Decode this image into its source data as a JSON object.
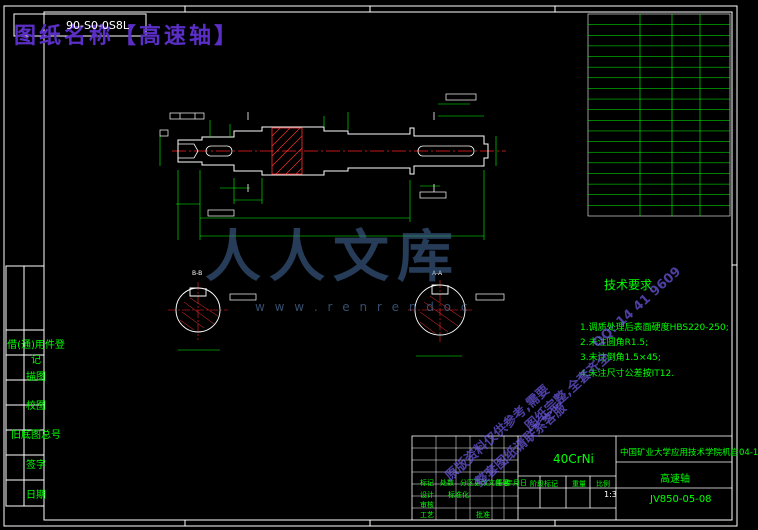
{
  "title_block": {
    "page_title": "图纸名称【高速轴】",
    "drawing_no_top": "90-S0-0S8L",
    "material": "40CrNi",
    "school": "中国矿业大学应用技术学院机自04-1",
    "part_name": "高速轴",
    "drawing_code": "JV850-05-08",
    "scale": "1:3",
    "row_labels": [
      "标记",
      "处数",
      "分区",
      "更改文件号",
      "签名",
      "年月日"
    ],
    "design_labels": [
      "设计",
      "标准化",
      "审核",
      "工艺",
      "批准"
    ],
    "stage_labels": [
      "阶段标记",
      "重量",
      "比例"
    ]
  },
  "left_strip": {
    "labels": [
      "借(通)用件登记",
      "描图",
      "校图",
      "旧底图总号",
      "签字",
      "日期"
    ]
  },
  "tech_requirements": {
    "title": "技术要求",
    "items": [
      "1.调质处理后表面硬度HBS220-250;",
      "2.未注圆角R1.5;",
      "3.未注倒角1.5×45;",
      "4.未注尺寸公差按IT12."
    ]
  },
  "watermark": {
    "site_cn": "人人文库",
    "site_url": "w w w . r e n r e n d o c",
    "diag_lines": [
      "原版资料仅供参考,需要",
      "整套图纸请联系客服",
      "QQ: 14 41 9609",
      "图纸完整,全套齐全"
    ]
  },
  "section_labels": [
    "B-B",
    "A-A"
  ],
  "colors": {
    "background": "#000000",
    "line_green": "#00ff00",
    "line_white": "#ffffff",
    "centerline_red": "#ff2020",
    "hatch_red": "#ff3030",
    "title_purple": "#5b2fc7"
  }
}
